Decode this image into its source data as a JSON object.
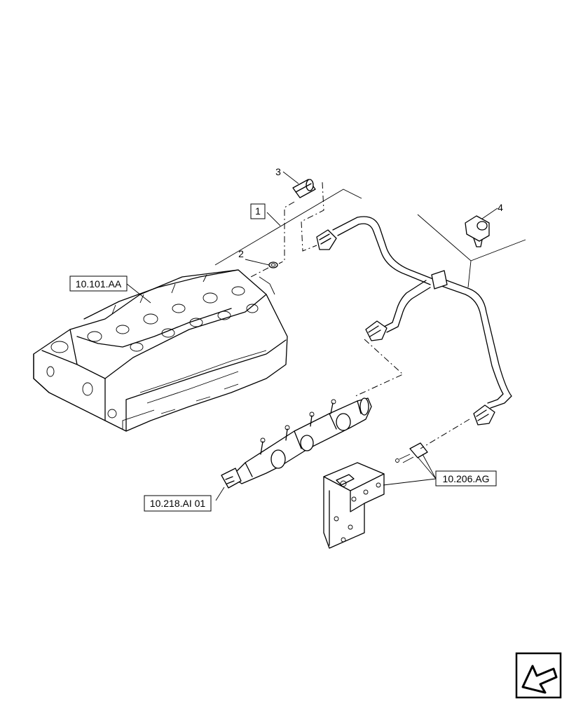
{
  "callouts": [
    {
      "id": "1",
      "text": "1",
      "boxed": true
    },
    {
      "id": "2",
      "text": "2",
      "boxed": false
    },
    {
      "id": "3",
      "text": "3",
      "boxed": false
    },
    {
      "id": "4",
      "text": "4",
      "boxed": false
    }
  ],
  "references": [
    {
      "id": "cylinder-head",
      "text": "10.101.AA"
    },
    {
      "id": "fuel-rail",
      "text": "10.218.AI 01"
    },
    {
      "id": "bracket",
      "text": "10.206.AG"
    }
  ],
  "icons": {
    "navigation": "back-arrow-icon"
  }
}
